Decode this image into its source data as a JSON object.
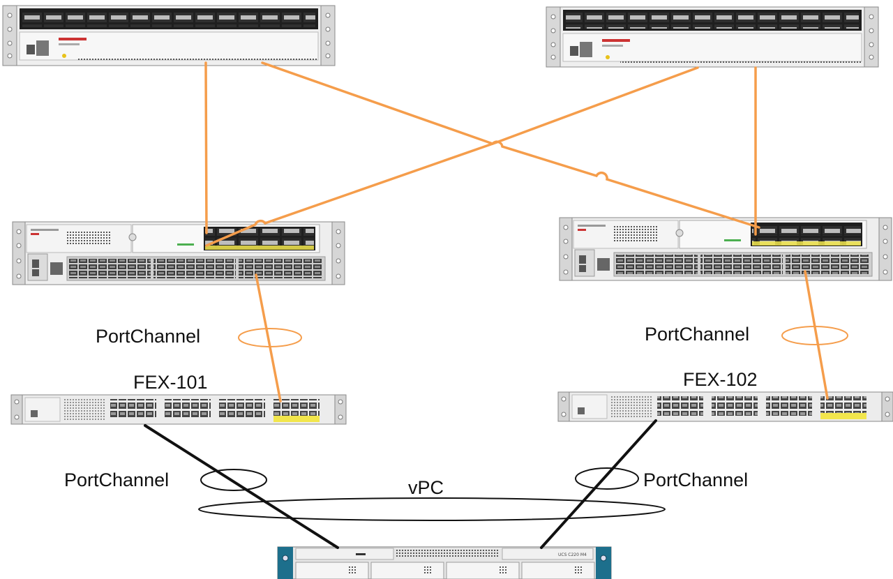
{
  "labels": {
    "portchannel_left_upper": "PortChannel",
    "portchannel_right_upper": "PortChannel",
    "fex_left": "FEX-101",
    "fex_right": "FEX-102",
    "portchannel_left_lower": "PortChannel",
    "portchannel_right_lower": "PortChannel",
    "vpc": "vPC"
  },
  "device_text": {
    "server_model": "UCS C220 M4"
  },
  "colors": {
    "uplink": "#f59d4b",
    "server_link": "#111111",
    "chassis": "#e9e9e9",
    "chassis_border": "#7a7a7a",
    "port": "#3a3a3a",
    "port_highlight": "#f2e64c",
    "server_bezel": "#1d6f8c"
  },
  "icons": [
    "spine-switch-icon",
    "leaf-switch-icon",
    "fex-icon",
    "rack-server-icon"
  ]
}
